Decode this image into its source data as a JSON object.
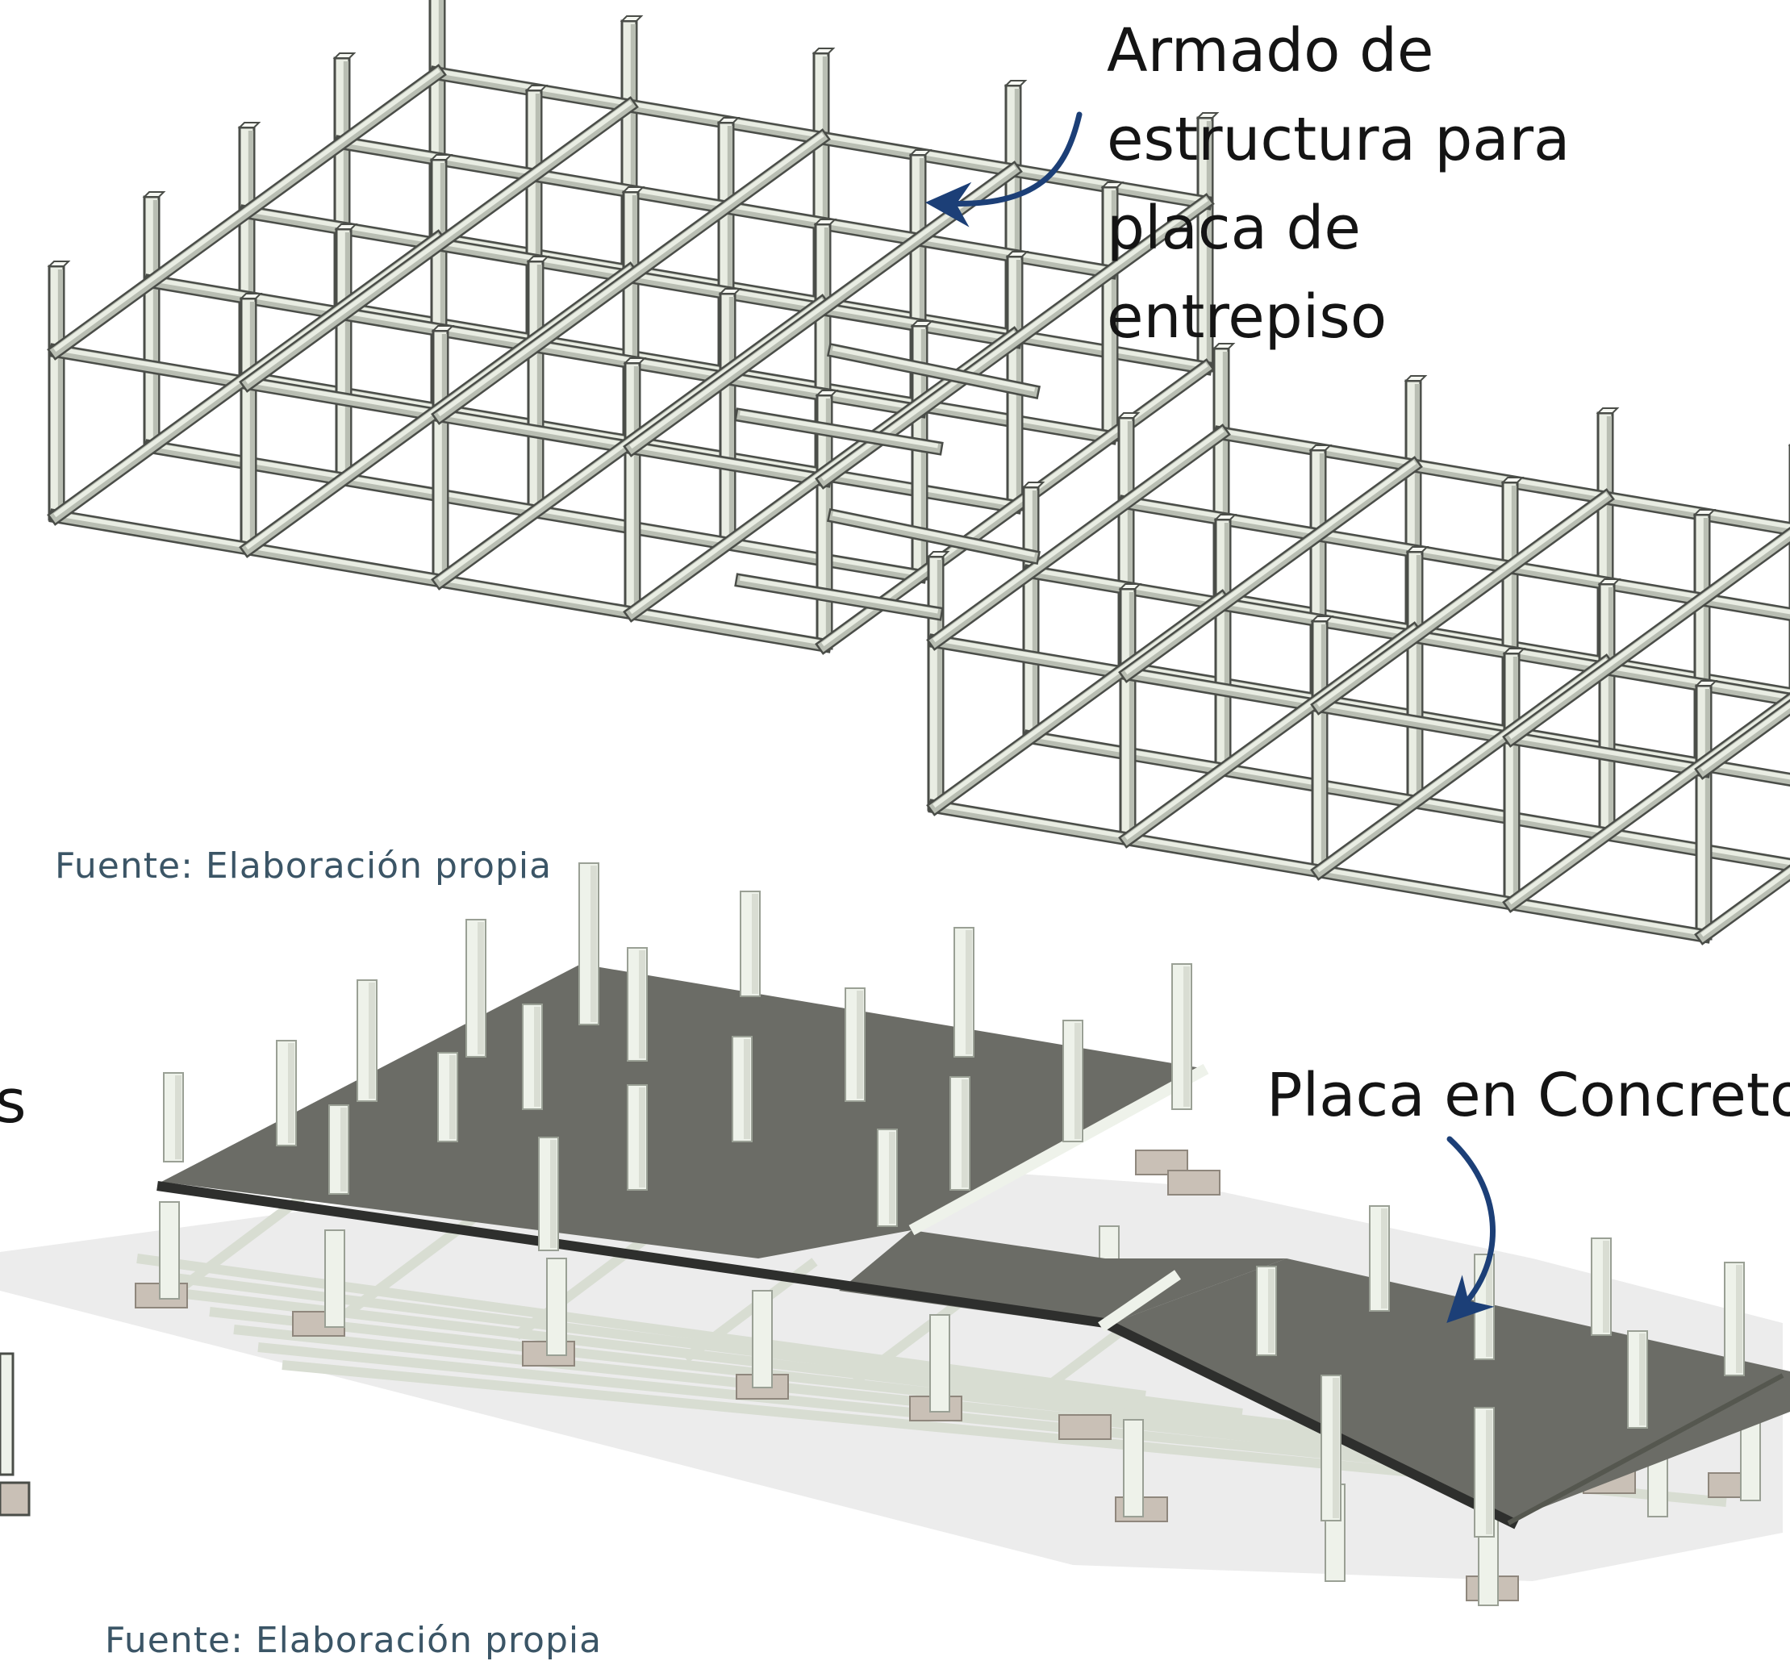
{
  "annotations": {
    "top_label_lines": [
      "Armado de",
      "estructura para",
      "placa de",
      "entrepiso"
    ],
    "bottom_label": "Placa en Concreto",
    "cropped_left_fragment": "s"
  },
  "captions": {
    "top_source": "Fuente: Elaboración propia",
    "bottom_source": "Fuente: Elaboración propia"
  },
  "colors": {
    "arrow": "#1c3f77",
    "frame_top": "#e9ede3",
    "frame_side": "#b9beb3",
    "frame_edge": "#4a4d48",
    "slab": "#6b6c66",
    "slab_edge": "#2e2f2d",
    "column": "#eef2ea",
    "footing": "#c9c0b6",
    "caption_text": "#3b5566"
  },
  "icons": [
    "curved-arrow-icon"
  ]
}
